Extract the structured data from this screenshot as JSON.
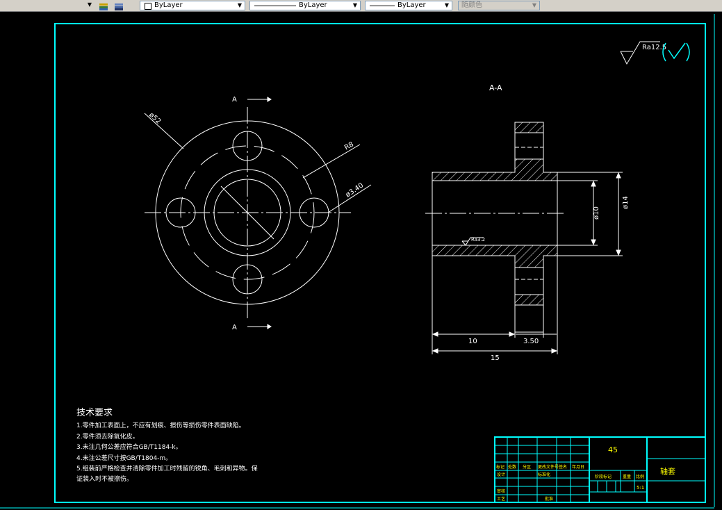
{
  "toolbar": {
    "layer_dropdown_arrow": "▼",
    "color_value": "ByLayer",
    "linetype_value": "ByLayer",
    "lineweight_value": "ByLayer",
    "plotstyle_value": "随颜色",
    "layer_icons": [
      "layer-states-icon",
      "layer-previous-icon"
    ]
  },
  "colors": {
    "background": "#000000",
    "frame": "#00ffff",
    "linework": "#ffffff",
    "title_block": "#00ffff",
    "title_text": "#ffff00"
  },
  "drawing": {
    "surface_finish": "Ra12.5",
    "section_label_top": "A",
    "section_label_bottom": "A",
    "section_view_title": "A-A",
    "dim_diameter_outer": "ø52",
    "dim_radius": "R8",
    "dim_hole": "ø3.40",
    "dim_bore": "ø10",
    "dim_flange_dia": "ø14",
    "dim_len_10": "10",
    "dim_len_350": "3.50",
    "dim_len_15": "15",
    "dim_roughness_bore": "Ra3.2"
  },
  "notes": {
    "title": "技术要求",
    "lines": [
      "1.零件加工表面上，不应有划痕、擦伤等损伤零件表面缺陷。",
      "2.零件须去除氧化皮。",
      "3.未注几何公差应符合GB/T1184-k。",
      "4.未注公差尺寸按GB/T1804-m。",
      "5.组装前严格检查并清除零件加工时残留的锐角、毛刺和异物。保",
      "  证装入时不被擦伤。"
    ]
  },
  "title_block": {
    "material": "45",
    "part_name": "轴套",
    "scale": "5:1",
    "row_labels": [
      "标记",
      "处数",
      "分区",
      "更改文件号",
      "签名",
      "年月日"
    ],
    "designer_label": "设计",
    "standard_label": "标准化",
    "check_label": "审核",
    "process_label": "工艺",
    "approve_label": "批准",
    "stage_label": "阶段标记",
    "weight_label": "重量",
    "scale_label": "比例"
  }
}
